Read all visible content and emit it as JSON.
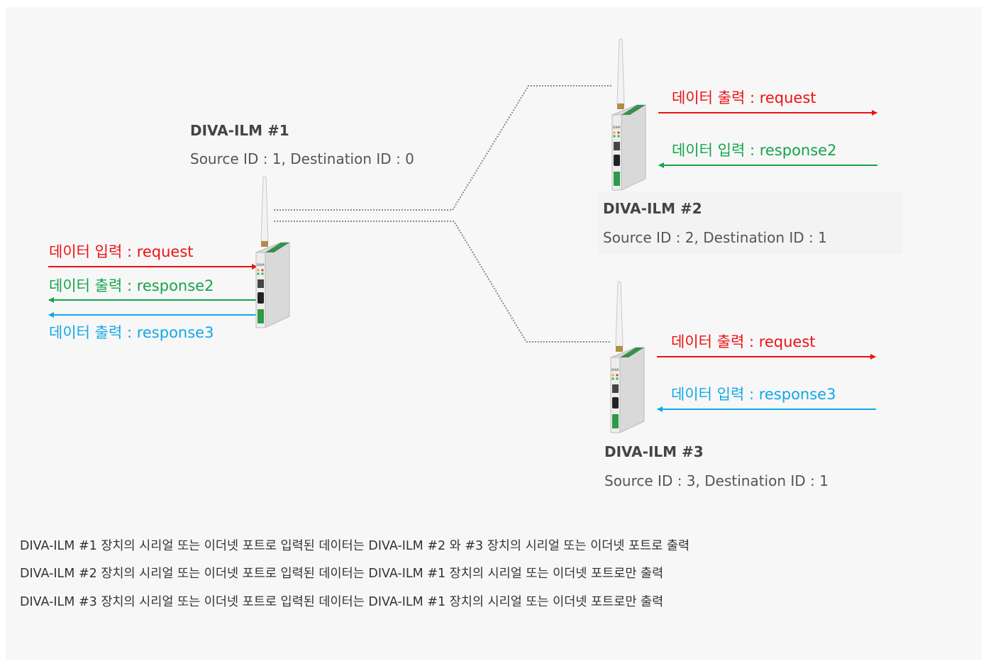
{
  "colors": {
    "red": "#ee1111",
    "green": "#12a54b",
    "cyan": "#10a8e8",
    "line": "#888888"
  },
  "devices": [
    {
      "title": "DIVA-ILM #1",
      "ids": "Source ID : 1, Destination ID : 0",
      "flows": [
        {
          "text": "데이터  입력  : request",
          "color": "red"
        },
        {
          "text": "데이터  출력  : response2",
          "color": "green"
        },
        {
          "text": "데이터  출력  : response3",
          "color": "cyan"
        }
      ]
    },
    {
      "title": "DIVA-ILM #2",
      "ids": "Source ID : 2, Destination ID : 1",
      "flows": [
        {
          "text": "데이터  출력  : request",
          "color": "red"
        },
        {
          "text": "데이터  입력  : response2",
          "color": "green"
        }
      ]
    },
    {
      "title": "DIVA-ILM #3",
      "ids": "Source ID : 3, Destination ID : 1",
      "flows": [
        {
          "text": "데이터  출력  : request",
          "color": "red"
        },
        {
          "text": "데이터  입력  : response3",
          "color": "cyan"
        }
      ]
    }
  ],
  "device_badge": "DIVA",
  "description": [
    "DIVA-ILM #1 장치의  시리얼  또는  이더넷  포트로  입력된  데이터는  DIVA-ILM #2  와  #3  장치의  시리얼  또는  이더넷  포트로  출력",
    "DIVA-ILM #2 장치의  시리얼  또는  이더넷  포트로  입력된  데이터는  DIVA-ILM #1  장치의  시리얼  또는  이더넷  포트로만  출력",
    "DIVA-ILM #3 장치의  시리얼  또는  이더넷  포트로  입력된  데이터는  DIVA-ILM #1  장치의  시리얼  또는  이더넷  포트로만  출력"
  ]
}
